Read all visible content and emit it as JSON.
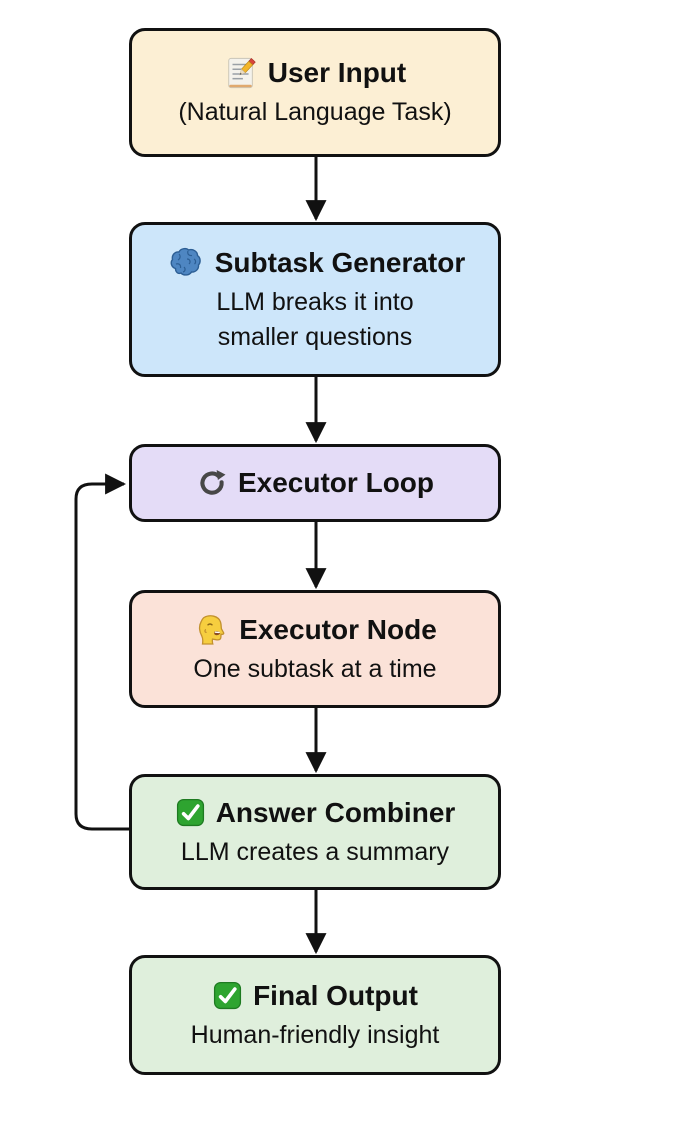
{
  "diagram": {
    "type": "flowchart",
    "direction": "top-down",
    "arrow_color": "#111111",
    "nodes": [
      {
        "id": "user-input",
        "icon": "memo-icon",
        "title": "User Input",
        "subtitle": "(Natural Language Task)",
        "bg": "#FCEFD4",
        "border": "#111111"
      },
      {
        "id": "subtask-generator",
        "icon": "brain-icon",
        "title": "Subtask Generator",
        "subtitle": "LLM breaks it into\nsmaller questions",
        "bg": "#CDE6FA",
        "border": "#111111"
      },
      {
        "id": "executor-loop",
        "icon": "refresh-icon",
        "title": "Executor Loop",
        "subtitle": "",
        "bg": "#E4DCF7",
        "border": "#111111"
      },
      {
        "id": "executor-node",
        "icon": "speaking-head-icon",
        "title": "Executor Node",
        "subtitle": "One subtask at a time",
        "bg": "#FBE2D8",
        "border": "#111111"
      },
      {
        "id": "answer-combiner",
        "icon": "check-mark-icon",
        "title": "Answer Combiner",
        "subtitle": "LLM creates a summary",
        "bg": "#DFEFDC",
        "border": "#111111"
      },
      {
        "id": "final-output",
        "icon": "check-mark-icon",
        "title": "Final Output",
        "subtitle": "Human-friendly insight",
        "bg": "#DFEFDC",
        "border": "#111111"
      }
    ],
    "edges": [
      {
        "from": "user-input",
        "to": "subtask-generator",
        "type": "arrow"
      },
      {
        "from": "subtask-generator",
        "to": "executor-loop",
        "type": "arrow"
      },
      {
        "from": "executor-loop",
        "to": "executor-node",
        "type": "arrow"
      },
      {
        "from": "executor-node",
        "to": "answer-combiner",
        "type": "arrow"
      },
      {
        "from": "answer-combiner",
        "to": "executor-loop",
        "type": "loop-back-arrow"
      },
      {
        "from": "answer-combiner",
        "to": "final-output",
        "type": "arrow"
      }
    ]
  }
}
